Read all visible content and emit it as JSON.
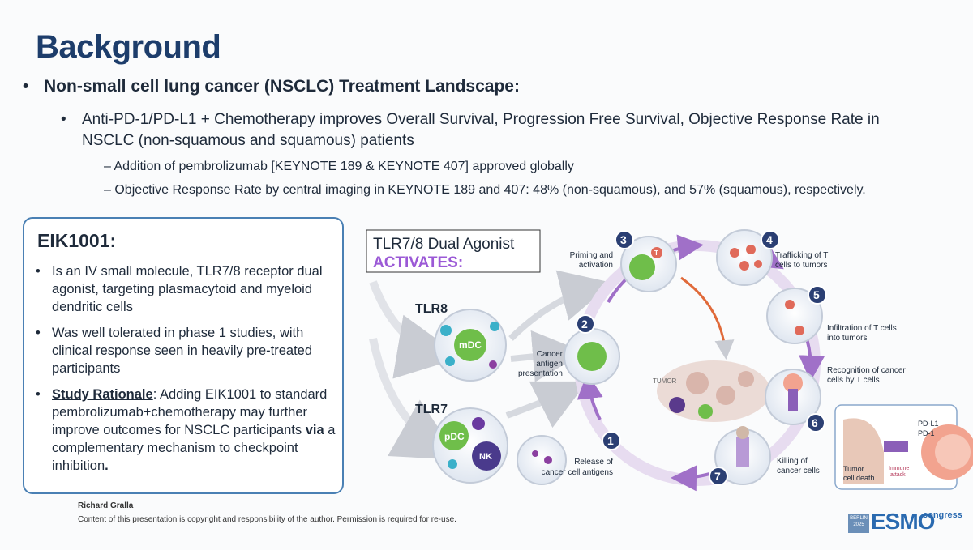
{
  "slide": {
    "title": "Background",
    "bullet_l1": "Non-small cell lung cancer (NSCLC) Treatment Landscape:",
    "bullet_l2": "Anti-PD-1/PD-L1 + Chemotherapy improves Overall Survival, Progression Free Survival, Objective Response Rate in NSCLC (non-squamous and squamous) patients",
    "bullet_l3": [
      "– Addition of pembrolizumab [KEYNOTE 189 & KEYNOTE 407] approved globally",
      "– Objective Response Rate by central imaging in KEYNOTE 189 and 407: 48% (non-squamous), and 57% (squamous), respectively."
    ],
    "bullet_glyph": "•"
  },
  "eik_box": {
    "title": "EIK1001:",
    "item1": "Is an IV small molecule, TLR7/8 receptor dual agonist, targeting plasmacytoid and myeloid dendritic cells",
    "item2": "Was well tolerated in phase 1 studies, with clinical response seen in heavily pre-treated participants",
    "item3_label": "Study Rationale",
    "item3_a": ": Adding EIK1001 to standard pembrolizumab+chemotherapy may further improve outcomes for NSCLC participants ",
    "item3_bold": "via",
    "item3_b": " a complementary mechanism to checkpoint inhibition",
    "item3_end": "."
  },
  "diagram": {
    "header_line1": "TLR7/8 Dual Agonist",
    "header_line2": "ACTIVATES:",
    "tlr8": "TLR8",
    "tlr7": "TLR7",
    "mdc": "mDC",
    "pdc": "pDC",
    "nk": "NK",
    "tumor": "TUMOR",
    "steps": [
      {
        "num": "1",
        "l1": "Release of",
        "l2": "cancer cell antigens"
      },
      {
        "num": "2",
        "l1": "Cancer",
        "l2": "antigen",
        "l3": "presentation"
      },
      {
        "num": "3",
        "l1": "Priming and",
        "l2": "activation"
      },
      {
        "num": "4",
        "l1": "Trafficking of T",
        "l2": "cells to tumors"
      },
      {
        "num": "5",
        "l1": "Infiltration of T cells",
        "l2": "into tumors"
      },
      {
        "num": "6",
        "l1": "Recognition of cancer",
        "l2": "cells by T cells"
      },
      {
        "num": "7",
        "l1": "Killing of",
        "l2": "cancer cells"
      }
    ],
    "inset": {
      "pdl1": "PD-L1",
      "pd1": "PD-1",
      "death1": "Tumor",
      "death2": "cell death",
      "attack1": "Immune",
      "attack2": "attack"
    },
    "t_label": "T"
  },
  "footer": {
    "author": "Richard Gralla",
    "note": "Content of this presentation is copyright and responsibility of the author. Permission is required for re-use."
  },
  "logo": {
    "city": "BERLIN",
    "year": "2025",
    "brand": "ESMO",
    "congress": "congress"
  },
  "colors": {
    "title_blue": "#1d3d6b",
    "box_border": "#4a80b4",
    "activates_purple": "#9b59d6",
    "step_badge": "#2b3f73",
    "cycle_purple": "#a070c8",
    "brand_blue": "#2a6ab0"
  }
}
